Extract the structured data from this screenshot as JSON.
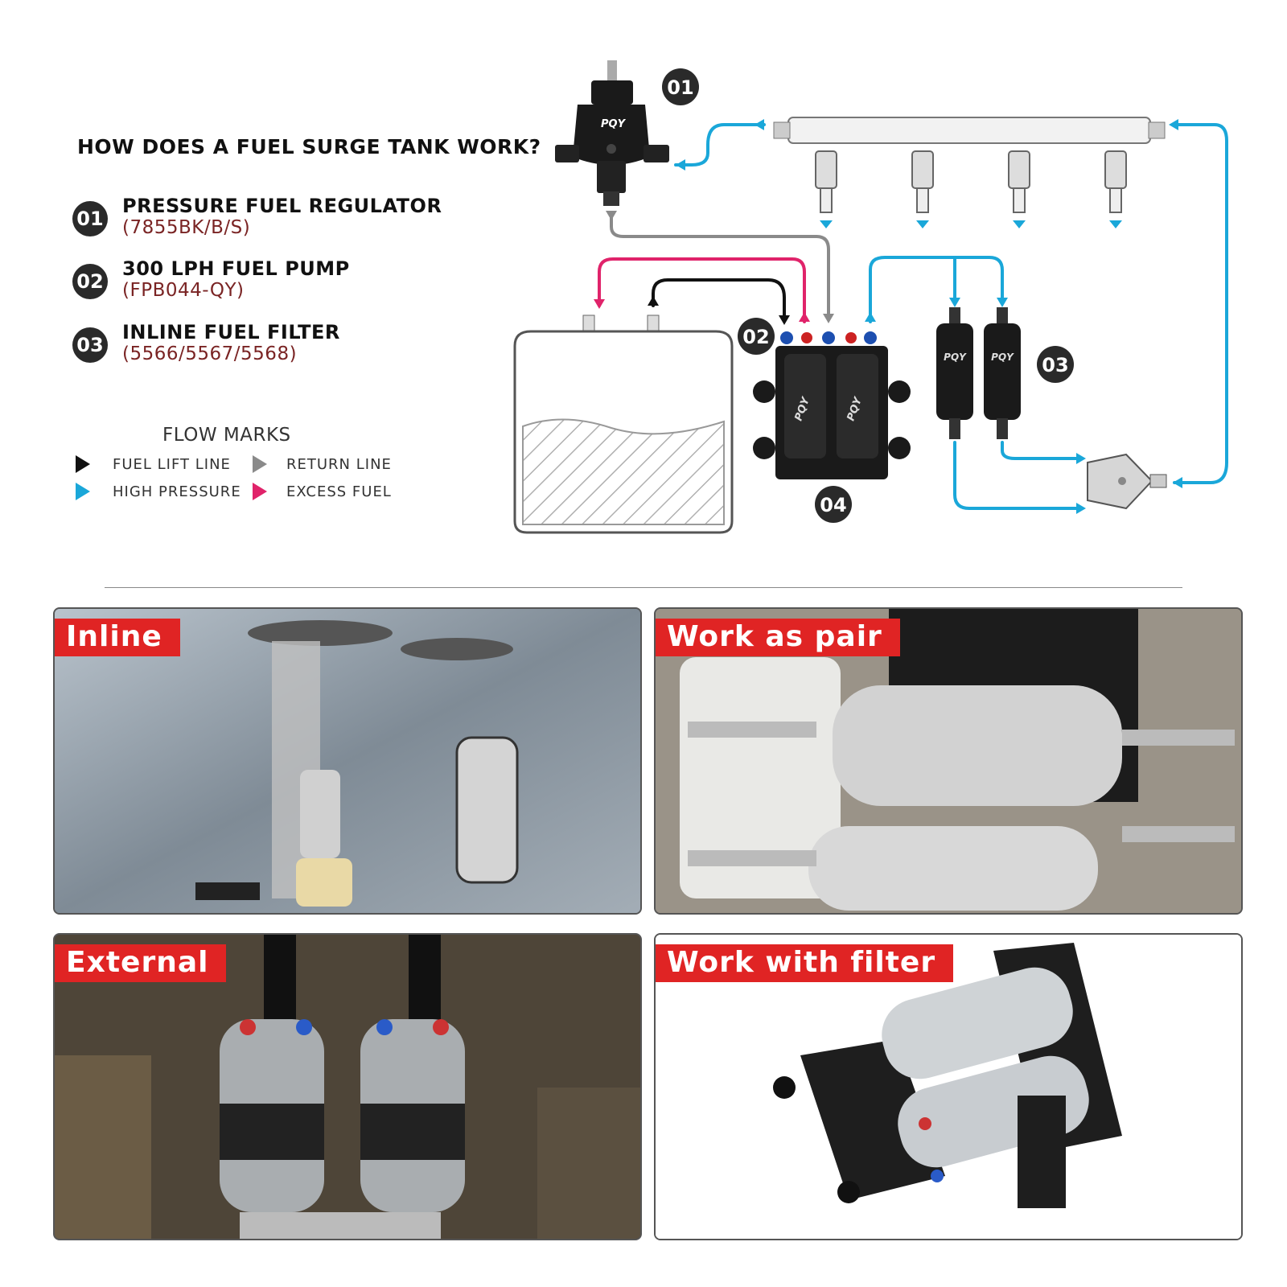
{
  "header": {
    "title": "HOW DOES A FUEL SURGE TANK WORK?"
  },
  "legend": [
    {
      "number": "01",
      "name": "PRESSURE FUEL REGULATOR",
      "code": "(7855BK/B/S)"
    },
    {
      "number": "02",
      "name": "300 LPH FUEL PUMP",
      "code": "(FPB044-QY)"
    },
    {
      "number": "03",
      "name": "INLINE FUEL FILTER",
      "code": "(5566/5567/5568)"
    }
  ],
  "flow_marks": {
    "title": "FLOW MARKS",
    "items": [
      {
        "label": "FUEL LIFT LINE",
        "color": "#111111"
      },
      {
        "label": "RETURN LINE",
        "color": "#8a8a8a"
      },
      {
        "label": "HIGH PRESSURE",
        "color": "#1aa7d9"
      },
      {
        "label": "EXCESS FUEL",
        "color": "#e0236a"
      }
    ]
  },
  "diagram_callouts": {
    "regulator": "01",
    "pump": "02",
    "filter": "03",
    "surge_tank": "04"
  },
  "brand_mark": "PQY",
  "colors": {
    "lift": "#111111",
    "return": "#8a8a8a",
    "high_pressure": "#1aa7d9",
    "excess": "#e0236a",
    "label_red": "#e02424"
  },
  "panels": [
    {
      "label": "Inline"
    },
    {
      "label": "Work as pair"
    },
    {
      "label": "External"
    },
    {
      "label": "Work with filter"
    }
  ]
}
